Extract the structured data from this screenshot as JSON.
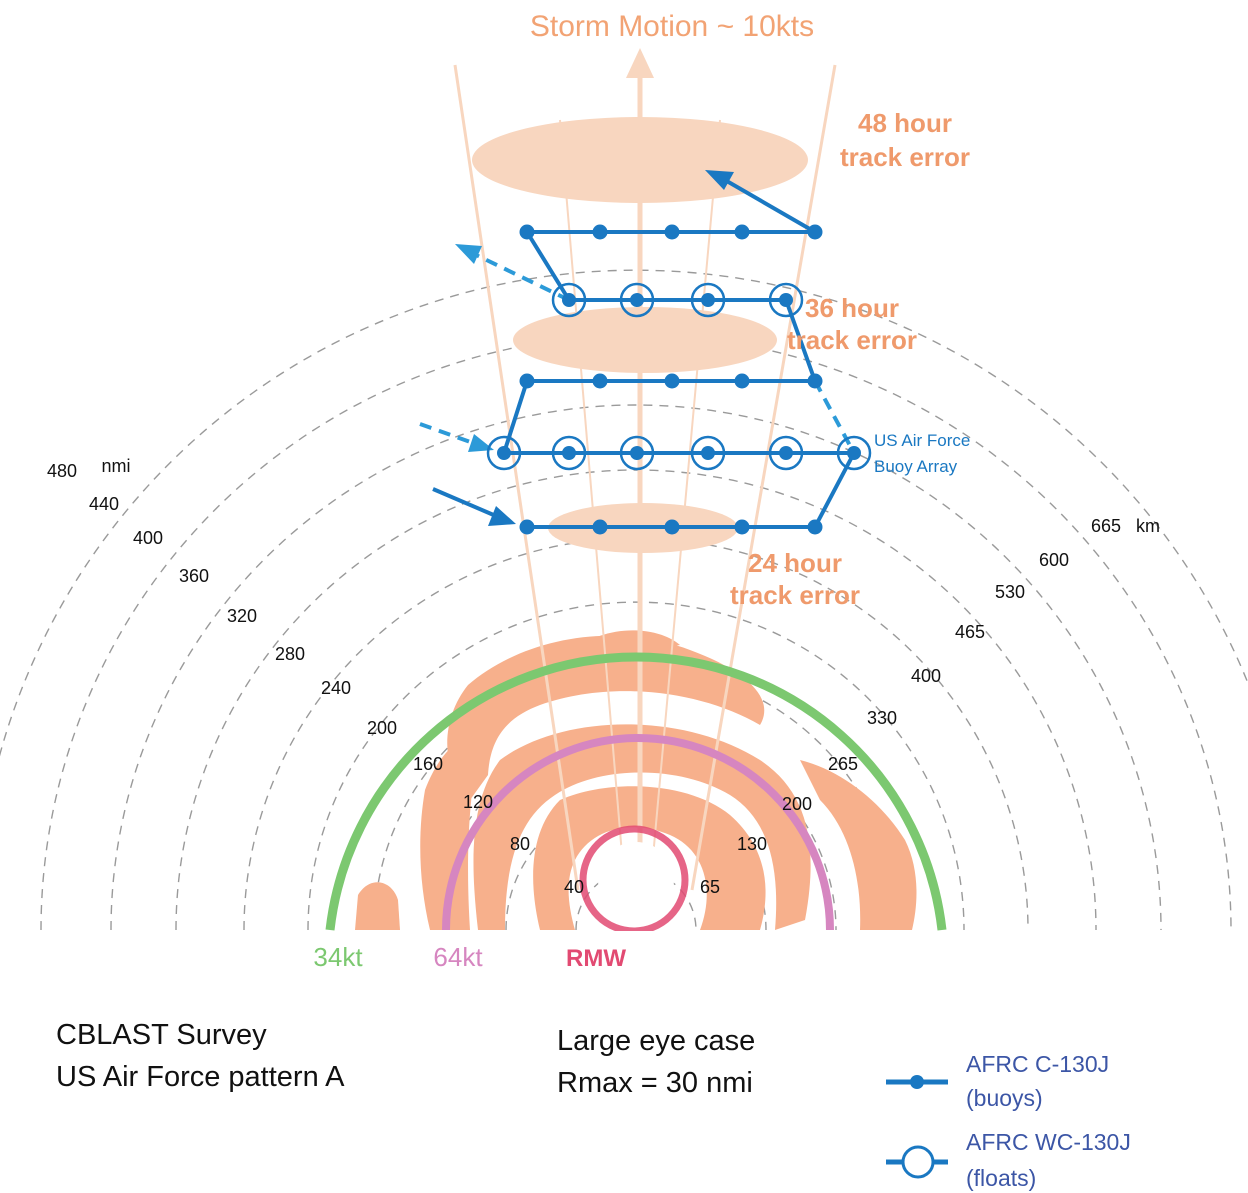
{
  "title": "Storm Motion ~ 10kts",
  "colors": {
    "orange": "#f2a374",
    "orange_fill": "#f8d6bf",
    "rain": "#f7b08c",
    "flight_blue": "#1a78c2",
    "dashed_blue": "#2c9ad8",
    "ring_34": "#7cc870",
    "ring_64": "#d686c0",
    "ring_rmw": "#e24a72",
    "legend_text": "#3c56a6"
  },
  "range_rings": {
    "nmi_unit": "nmi",
    "nmi_labels": [
      "480",
      "440",
      "400",
      "360",
      "320",
      "280",
      "240",
      "200",
      "160",
      "120",
      "80",
      "40"
    ],
    "km_unit": "km",
    "km_labels": [
      "665",
      "600",
      "530",
      "465",
      "400",
      "330",
      "265",
      "200",
      "130",
      "65"
    ]
  },
  "track_errors": [
    {
      "id": "48",
      "line1": "48 hour",
      "line2": "track error"
    },
    {
      "id": "36",
      "line1": "36 hour",
      "line2": "track error"
    },
    {
      "id": "24",
      "line1": "24 hour",
      "line2": "track error"
    }
  ],
  "wind_rings": {
    "r34": "34kt",
    "r64": "64kt",
    "rmw": "RMW"
  },
  "buoy_array_label": {
    "line1": "US Air Force",
    "line2": "Buoy Array"
  },
  "caption_left": {
    "line1": "CBLAST Survey",
    "line2": "US Air Force pattern A"
  },
  "caption_mid": {
    "line1": "Large eye case",
    "line2": "Rmax = 30 nmi"
  },
  "legend": [
    {
      "id": "buoys",
      "line1": "AFRC C-130J",
      "line2": "(buoys)",
      "marker": "filled-dot"
    },
    {
      "id": "floats",
      "line1": "AFRC WC-130J",
      "line2": "(floats)",
      "marker": "open-circle"
    }
  ]
}
